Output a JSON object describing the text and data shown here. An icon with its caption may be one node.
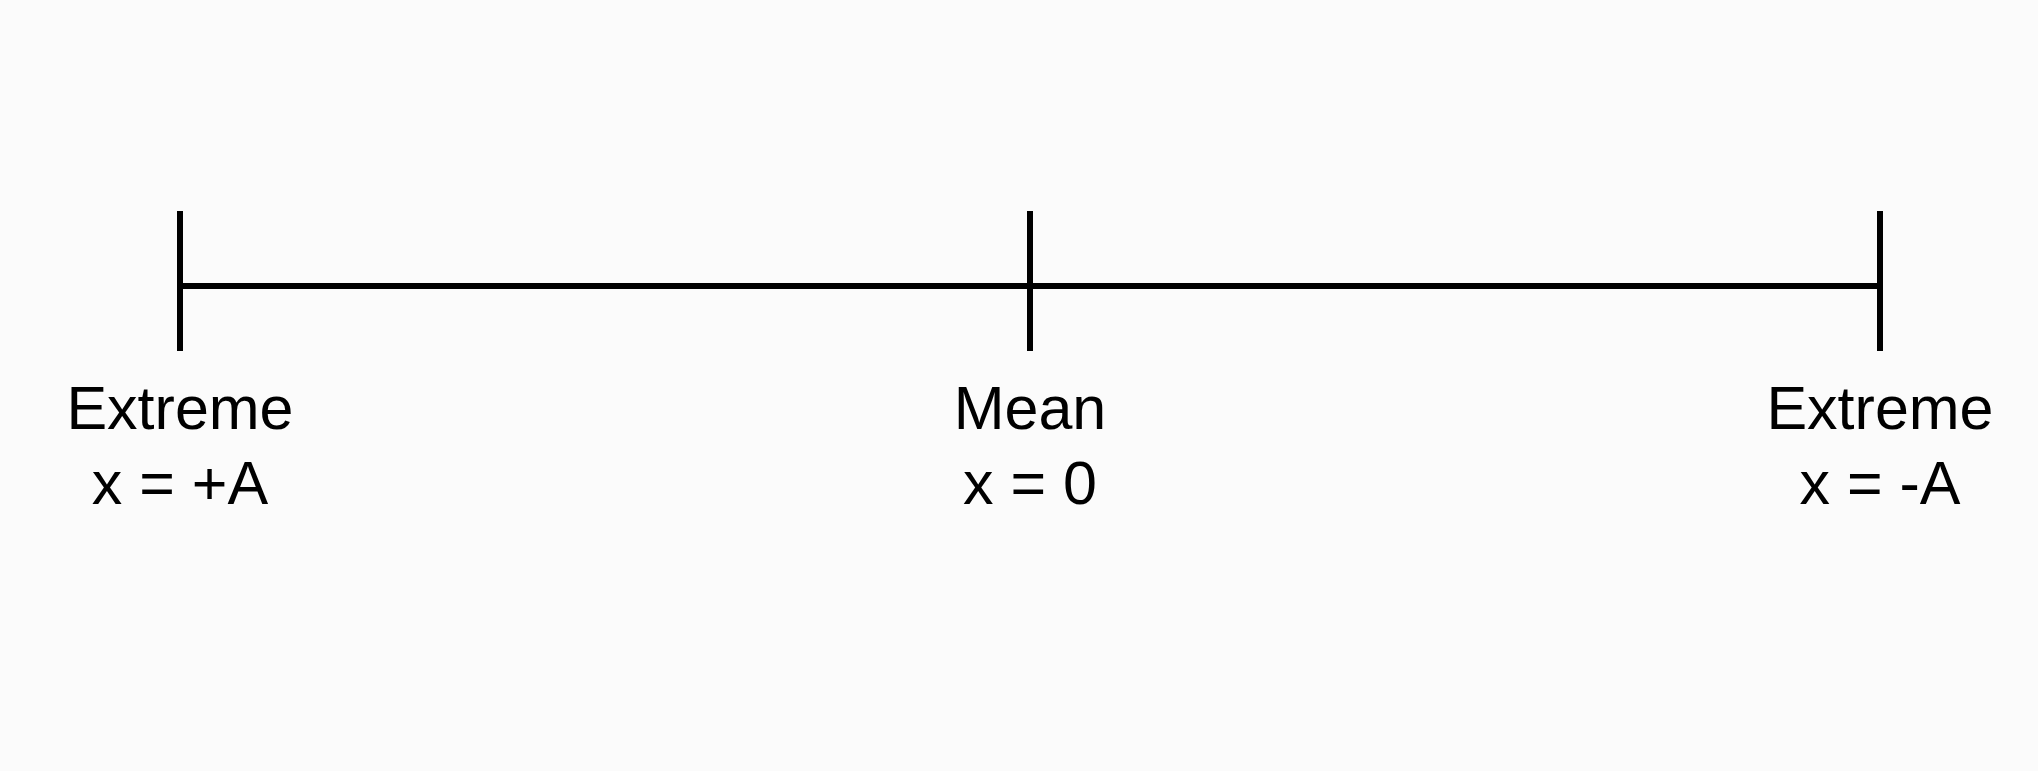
{
  "diagram": {
    "labels": [
      "Extreme",
      "x = +A",
      "Mean",
      "x = 0",
      "Extreme",
      "x = -A"
    ]
  }
}
